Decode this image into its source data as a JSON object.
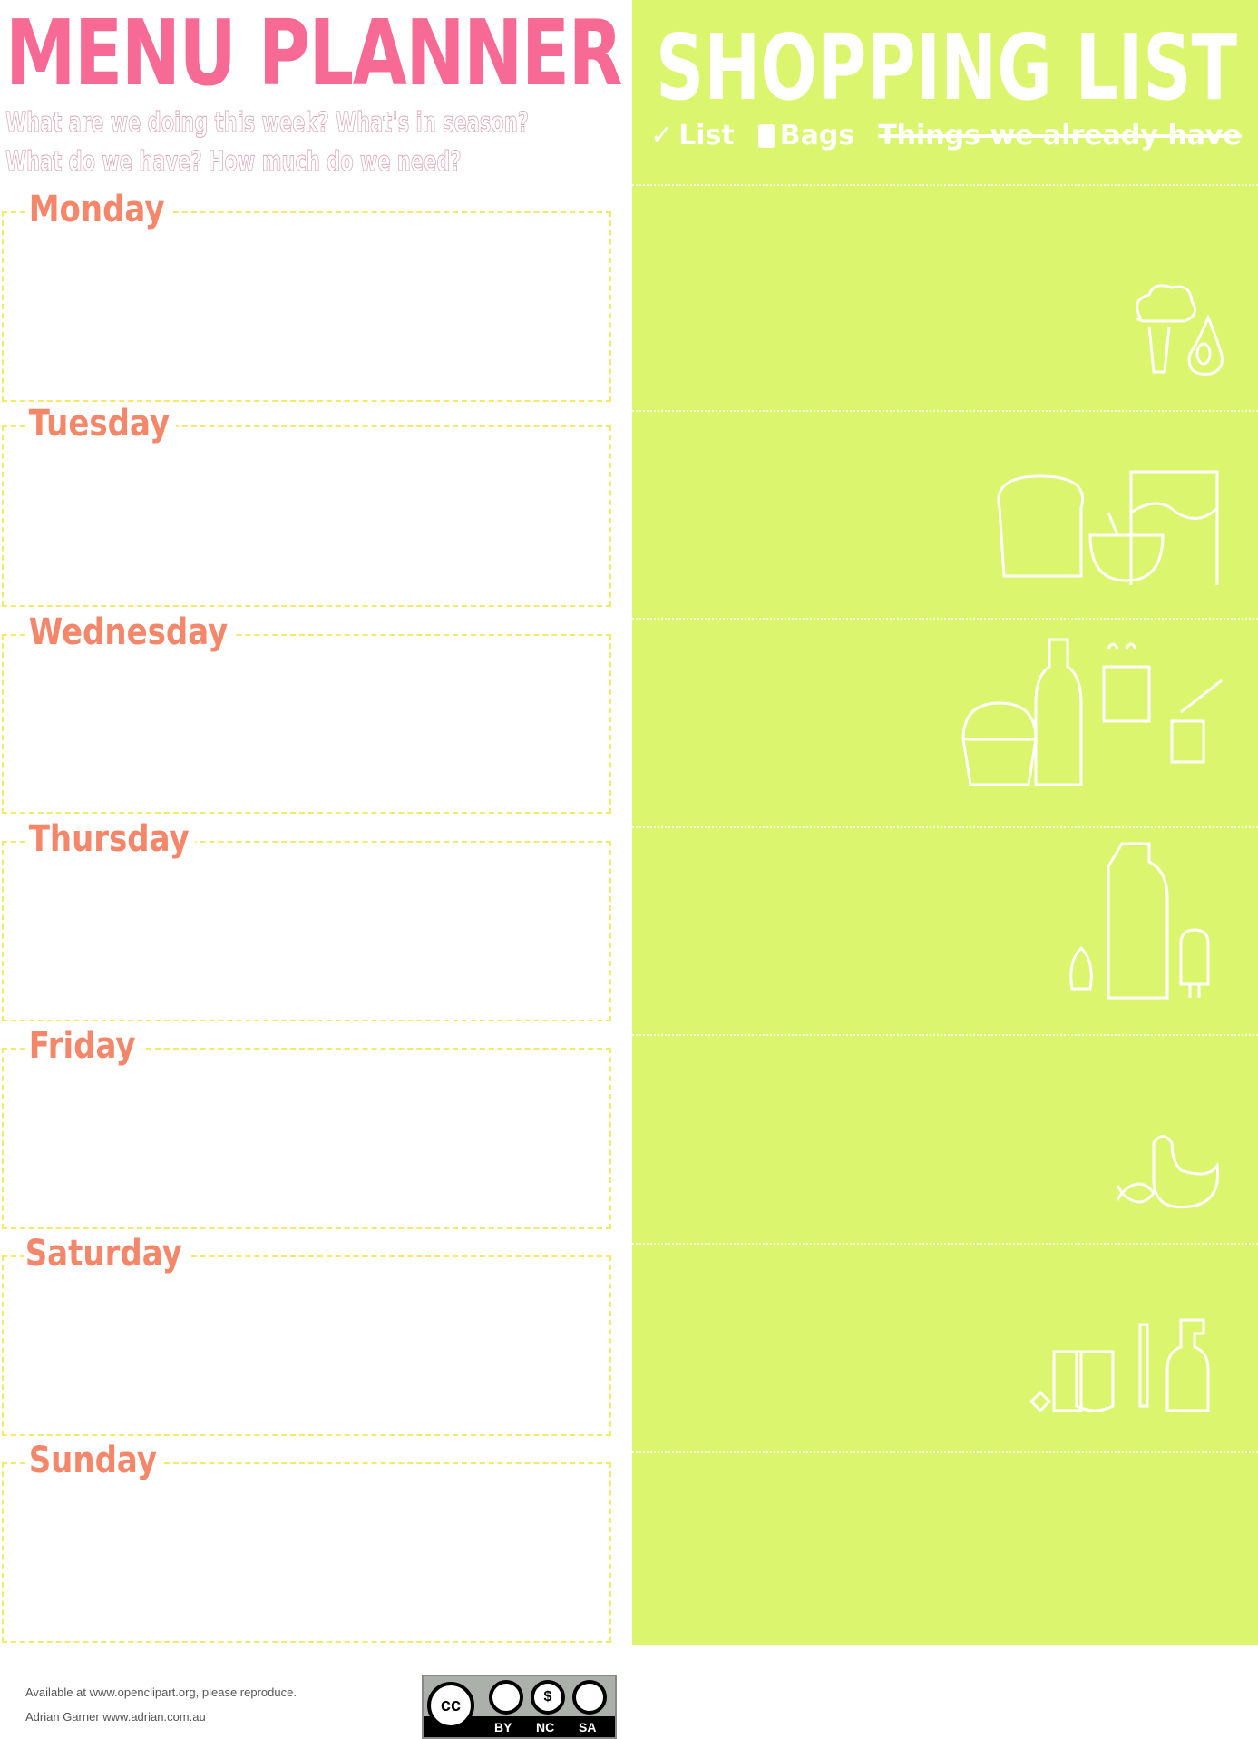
{
  "planner": {
    "title": "MENU PLANNER",
    "subtitle_line1": "What are we doing this week? What's in season?",
    "subtitle_line2": "What do we have? How much do we need?",
    "days": [
      "Monday",
      "Tuesday",
      "Wednesday",
      "Thursday",
      "Friday",
      "Saturday",
      "Sunday"
    ]
  },
  "shopping": {
    "title": "SHOPPING LIST",
    "legend_list": "List",
    "legend_bags": "Bags",
    "legend_have": "Things we already have",
    "icons": [
      "produce-icon",
      "bakery-icon",
      "pantry-icon",
      "dairy-icon",
      "meat-icon",
      "household-icon"
    ]
  },
  "footer": {
    "line1": "Available at www.openclipart.org, please reproduce.",
    "line2": "Adrian Garner www.adrian.com.au",
    "license": {
      "cc": "cc",
      "by": "BY",
      "nc": "NC",
      "sa": "SA"
    }
  },
  "colors": {
    "pink": "#f76a96",
    "orange": "#f4866a",
    "green": "#dcf56e",
    "dash": "#f5e96a"
  }
}
